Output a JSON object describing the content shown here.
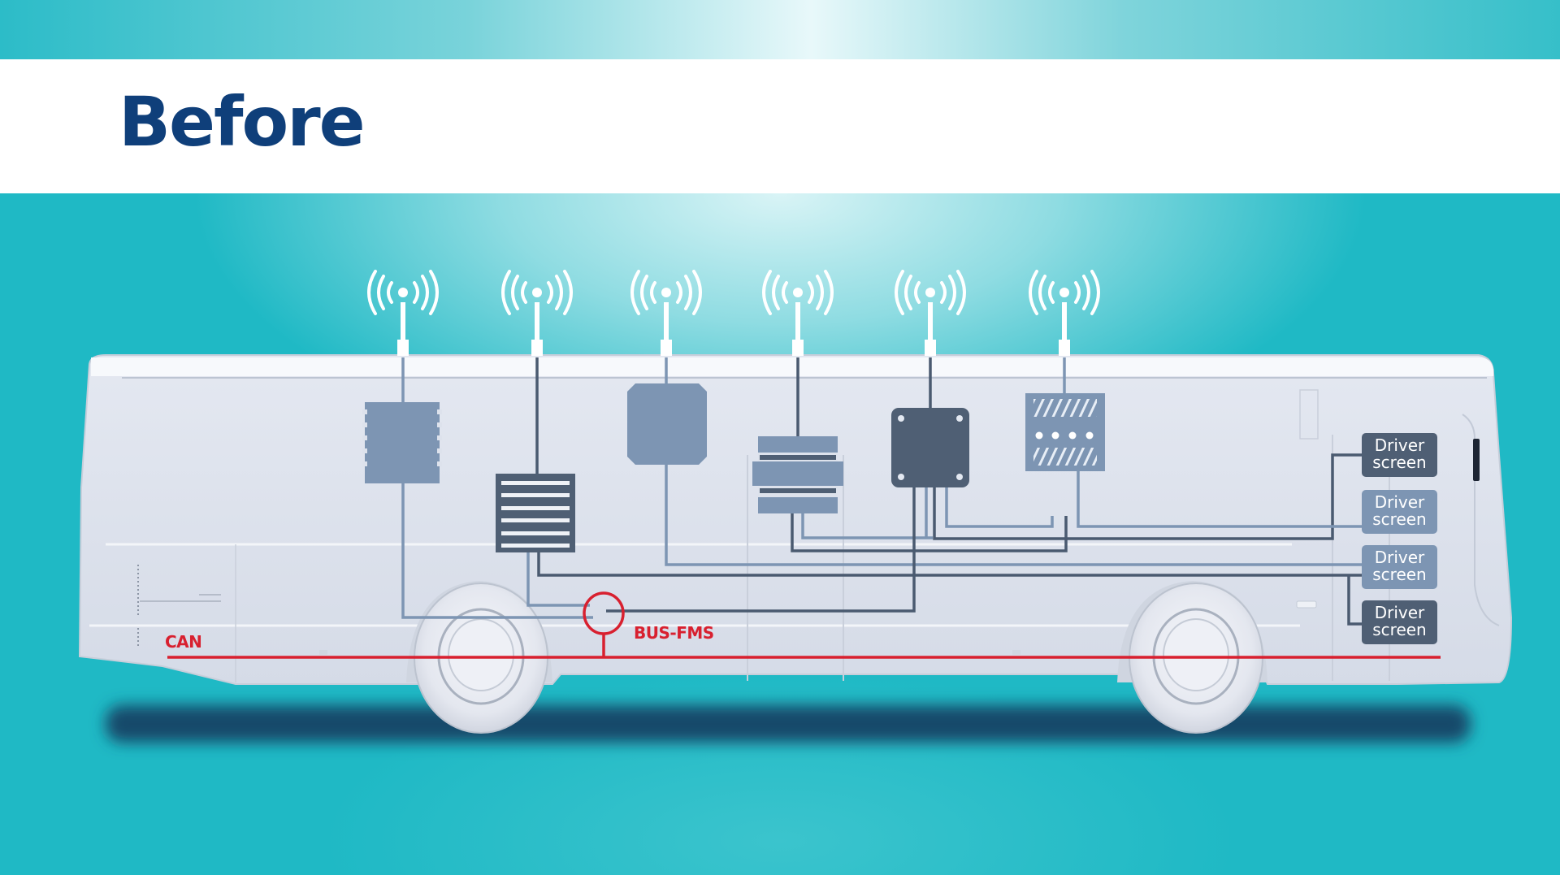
{
  "header": {
    "title": "Before",
    "colors": {
      "title": "#0f3f7a",
      "band_teal": "#2cbcc8",
      "background_teal": "#1fb9c5"
    }
  },
  "diagram": {
    "subject": "bus",
    "antennas": [
      {
        "id": 1,
        "icon": "wireless-antenna-icon"
      },
      {
        "id": 2,
        "icon": "wireless-antenna-icon"
      },
      {
        "id": 3,
        "icon": "wireless-antenna-icon"
      },
      {
        "id": 4,
        "icon": "wireless-antenna-icon"
      },
      {
        "id": 5,
        "icon": "wireless-antenna-icon"
      },
      {
        "id": 6,
        "icon": "wireless-antenna-icon"
      }
    ],
    "devices": [
      {
        "id": 1,
        "icon": "chip-module-icon"
      },
      {
        "id": 2,
        "icon": "striped-module-icon"
      },
      {
        "id": 3,
        "icon": "octagon-module-icon"
      },
      {
        "id": 4,
        "icon": "stacked-module-icon"
      },
      {
        "id": 5,
        "icon": "screw-box-module-icon"
      },
      {
        "id": 6,
        "icon": "hatched-dots-module-icon"
      }
    ],
    "driver_screens": [
      {
        "line1": "Driver",
        "line2": "screen",
        "shade": "dark"
      },
      {
        "line1": "Driver",
        "line2": "screen",
        "shade": "light"
      },
      {
        "line1": "Driver",
        "line2": "screen",
        "shade": "light"
      },
      {
        "line1": "Driver",
        "line2": "screen",
        "shade": "dark"
      }
    ],
    "bus_labels": {
      "can": "CAN",
      "bus_fms": "BUS-FMS"
    },
    "colors": {
      "bus_body": "#dde2ec",
      "module_dark": "#4f5f74",
      "module_light": "#7d95b3",
      "wire_dark": "#4a5a70",
      "wire_light": "#7d95b3",
      "can_red": "#d8202f"
    }
  }
}
